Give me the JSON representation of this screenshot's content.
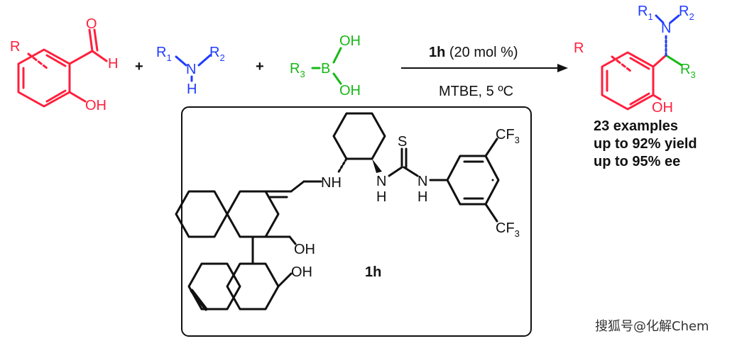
{
  "reactants": {
    "aldehyde": {
      "r_label": "R",
      "h_label": "H",
      "o_label": "O",
      "oh_label": "OH"
    },
    "plus1": "+",
    "amine": {
      "r1": "R",
      "r1_sub": "1",
      "n": "N",
      "r2": "R",
      "r2_sub": "2",
      "h": "H"
    },
    "plus2": "+",
    "boronic_acid": {
      "r3": "R",
      "r3_sub": "3",
      "b": "B",
      "oh_top": "OH",
      "oh_bottom": "OH"
    }
  },
  "arrow": {
    "catalyst_bold": "1h",
    "catalyst_rest": " (20 mol %)",
    "conditions": "MTBE, 5 ºC"
  },
  "product": {
    "r1": "R",
    "r1_sub": "1",
    "n": "N",
    "r2": "R",
    "r2_sub": "2",
    "r": "R",
    "r3": "R",
    "r3_sub": "3",
    "oh": "OH"
  },
  "results": [
    "23 examples",
    "up to 92% yield",
    "up to 95% ee"
  ],
  "catalyst": {
    "name": "1h",
    "s": "S",
    "nh_left": "NH",
    "nh_mid_n": "N",
    "nh_mid_h": "H",
    "nh_right_n": "N",
    "nh_right_h": "H",
    "cf3_top": "CF",
    "cf3_top_sub": "3",
    "cf3_bottom": "CF",
    "cf3_bottom_sub": "3",
    "oh_top": "OH",
    "oh_bottom": "OH"
  },
  "watermark": "搜狐号@化解Chem",
  "colors": {
    "aldehyde": "#ff1f3c",
    "amine": "#1f3cff",
    "boronic": "#17b817",
    "ink": "#111111"
  }
}
